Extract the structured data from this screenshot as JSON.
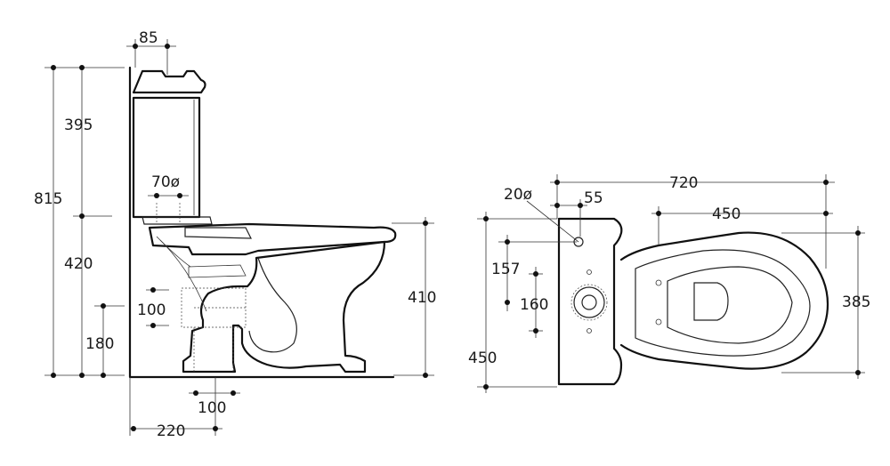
{
  "dimensions": {
    "side_view": {
      "overall_height": "815",
      "tank_height": "395",
      "bowl_height": "420",
      "tank_depth": "85",
      "flush_pipe_diameter": "70ø",
      "bowl_top_height": "410",
      "outlet_height": "100",
      "outlet_floor_height": "180",
      "outlet_width": "100",
      "outlet_from_wall": "220"
    },
    "top_view": {
      "overall_length": "720",
      "bowl_length": "450",
      "tank_width": "450",
      "bowl_width": "385",
      "button_diameter": "20ø",
      "button_offset": "55",
      "inlet_offset_top": "157",
      "inlet_spacing": "160"
    }
  }
}
